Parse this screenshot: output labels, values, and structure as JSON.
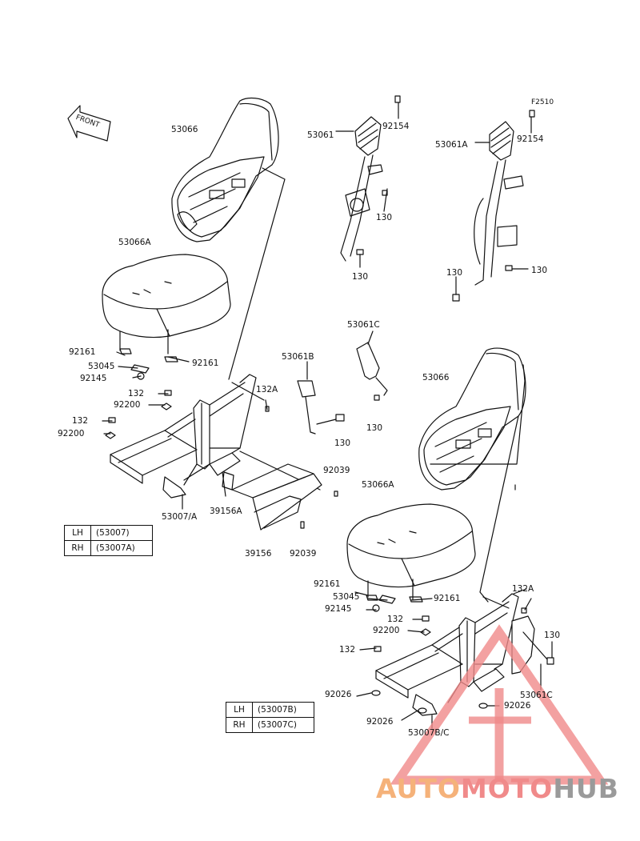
{
  "figure_code": "F2510",
  "front_label": "FRONT",
  "parts": {
    "p53066_top": "53066",
    "p53066a_top": "53066A",
    "p53061": "53061",
    "p92154_a": "92154",
    "p130_a": "130",
    "p130_b": "130",
    "p53061a": "53061A",
    "p92154_b": "92154",
    "p130_c": "130",
    "p130_d": "130",
    "p92161_a": "92161",
    "p53045_a": "53045",
    "p92145_a": "92145",
    "p92161_b": "92161",
    "p132_a": "132",
    "p92200_a": "92200",
    "p132_b": "132",
    "p92200_b": "92200",
    "p132a_a": "132A",
    "p53061b": "53061B",
    "p53061c_top": "53061C",
    "p130_e": "130",
    "p130_f": "130",
    "p92039_a": "92039",
    "p53007_a": "53007/A",
    "p39156a": "39156A",
    "p39156": "39156",
    "p92039_b": "92039",
    "p53066_bottom": "53066",
    "p53066a_bottom": "53066A",
    "p92161_c": "92161",
    "p53045_b": "53045",
    "p92145_b": "92145",
    "p92161_d": "92161",
    "p132a_b": "132A",
    "p132_c": "132",
    "p92200_c": "92200",
    "p132_d": "132",
    "p130_g": "130",
    "p92026_a": "92026",
    "p92026_b": "92026",
    "p92026_c": "92026",
    "p53061c_bottom": "53061C",
    "p53007bc": "53007B/C"
  },
  "ref_table_1": [
    {
      "side": "LH",
      "part": "(53007)"
    },
    {
      "side": "RH",
      "part": "(53007A)"
    }
  ],
  "ref_table_2": [
    {
      "side": "LH",
      "part": "(53007B)"
    },
    {
      "side": "RH",
      "part": "(53007C)"
    }
  ],
  "watermark": {
    "part1": "AUTO",
    "part2": "MOTO",
    "part3": "HUB"
  },
  "colors": {
    "line": "#111111",
    "watermark_orange": "#f5b27a",
    "watermark_red": "#f08a8a",
    "watermark_gray": "#9a9a9a"
  }
}
